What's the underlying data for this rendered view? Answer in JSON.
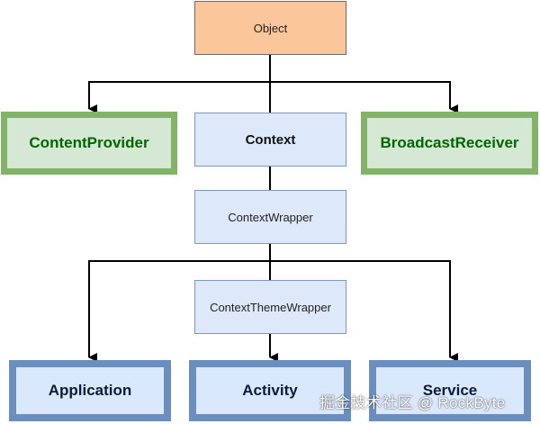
{
  "nodes": {
    "object": "Object",
    "context": "Context",
    "content_provider": "ContentProvider",
    "broadcast_receiver": "BroadcastReceiver",
    "context_wrapper": "ContextWrapper",
    "context_theme_wrapper": "ContextThemeWrapper",
    "application": "Application",
    "activity": "Activity",
    "service": "Service"
  },
  "watermark": "掘金技术社区 @ RockByte",
  "colors": {
    "object_fill": "#fbc79a",
    "plain_fill": "#dde8fb",
    "green_border": "#82b366",
    "green_text": "#006600",
    "blue_border": "#6c8ebf",
    "line": "#000000"
  }
}
